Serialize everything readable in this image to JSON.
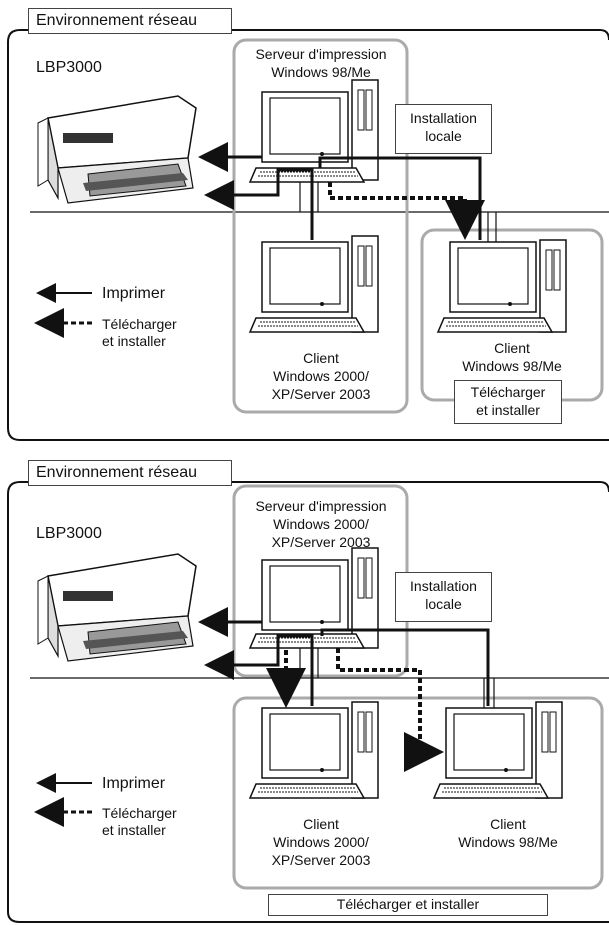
{
  "panels": [
    {
      "section_title": "Environnement réseau",
      "printer_label": "LBP3000",
      "server_label_line1": "Serveur d'impression",
      "server_label_line2": "Windows 98/Me",
      "server_label_line3": "",
      "local_install_line1": "Installation",
      "local_install_line2": "locale",
      "legend_print": "Imprimer",
      "legend_download_line1": "Télécharger",
      "legend_download_line2": "et installer",
      "client_a_line1": "Client",
      "client_a_line2": "Windows 2000/",
      "client_a_line3": "XP/Server 2003",
      "client_b_line1": "Client",
      "client_b_line2": "Windows 98/Me",
      "client_b_download_line1": "Télécharger",
      "client_b_download_line2": "et installer"
    },
    {
      "section_title": "Environnement réseau",
      "printer_label": "LBP3000",
      "server_label_line1": "Serveur d'impression",
      "server_label_line2": "Windows 2000/",
      "server_label_line3": "XP/Server 2003",
      "local_install_line1": "Installation",
      "local_install_line2": "locale",
      "legend_print": "Imprimer",
      "legend_download_line1": "Télécharger",
      "legend_download_line2": "et installer",
      "client_a_line1": "Client",
      "client_a_line2": "Windows 2000/",
      "client_a_line3": "XP/Server 2003",
      "client_b_line1": "Client",
      "client_b_line2": "Windows 98/Me",
      "download_install_all": "Télécharger et installer"
    }
  ]
}
